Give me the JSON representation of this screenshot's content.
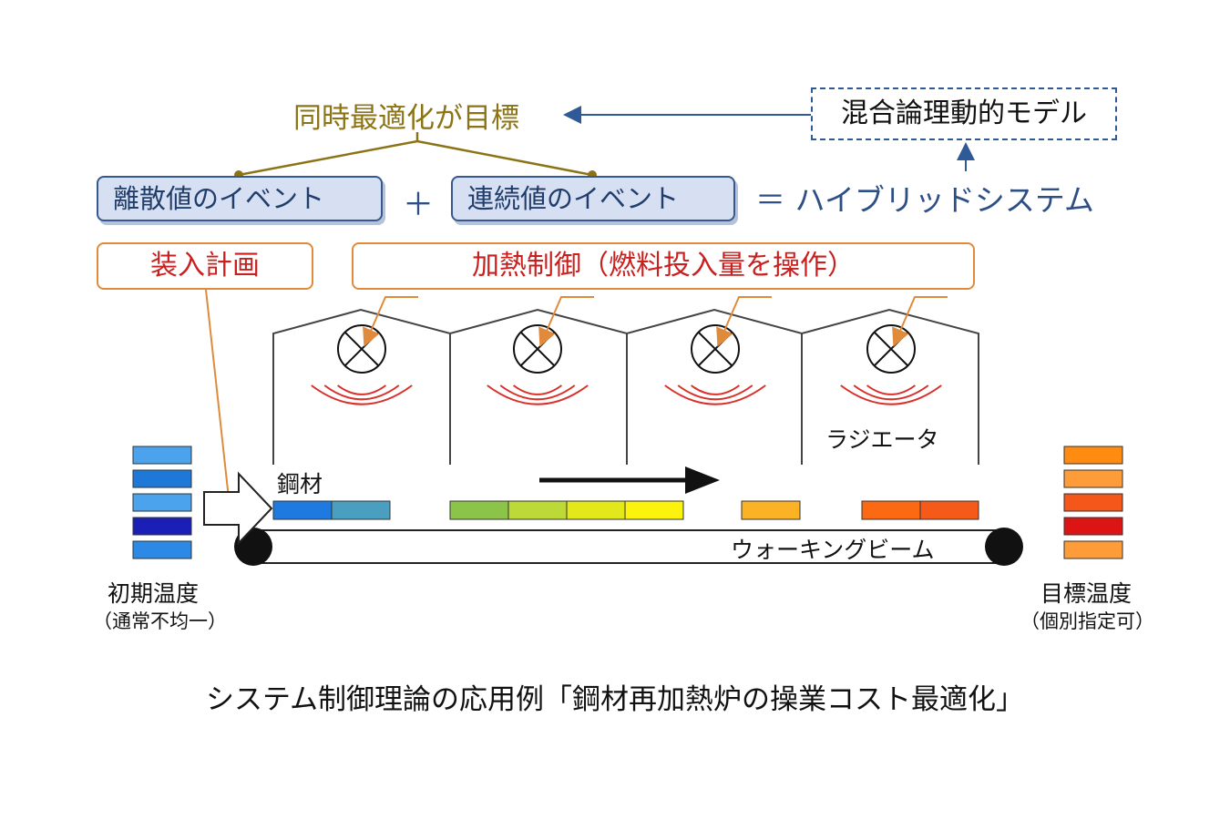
{
  "goal": "同時最適化が目標",
  "model": "混合論理動的モデル",
  "event_discrete": "離散値のイベント",
  "plus": "＋",
  "event_continuous": "連続値のイベント",
  "hybrid": "＝ ハイブリッドシステム",
  "plan": "装入計画",
  "heating": "加熱制御（燃料投入量を操作）",
  "radiator": "ラジエータ",
  "steel": "鋼材",
  "beam": "ウォーキングビーム",
  "initial_temp": "初期温度",
  "initial_note": "（通常不均一）",
  "target_temp": "目標温度",
  "target_note": "（個別指定可）",
  "caption": "システム制御理論の応用例「鋼材再加熱炉の操業コスト最適化」",
  "colors": {
    "goal": "#8c7416",
    "event_border": "#36588f",
    "event_fill": "#d6e0f2",
    "plan_border": "#e08a3c",
    "plan_text": "#c8201f",
    "wave": "#d9302a",
    "arrow_blue": "#2e5a97"
  },
  "slab_stack_initial": [
    "#4aa3ec",
    "#1e78d8",
    "#4aa3ec",
    "#1a1fb8",
    "#2c8ae6"
  ],
  "slab_stack_target": [
    "#ff8c10",
    "#ff9c3a",
    "#f5561a",
    "#dd1414",
    "#ff9c3a"
  ],
  "slabs_on_beam": [
    [
      "#1f7ae0",
      "#4a9fc0"
    ],
    [
      "#8cc44a",
      "#bcd938",
      "#e3e81a",
      "#fbf20e"
    ],
    [
      "#fbb224"
    ],
    [
      "#fb6a12",
      "#f55a18"
    ]
  ]
}
